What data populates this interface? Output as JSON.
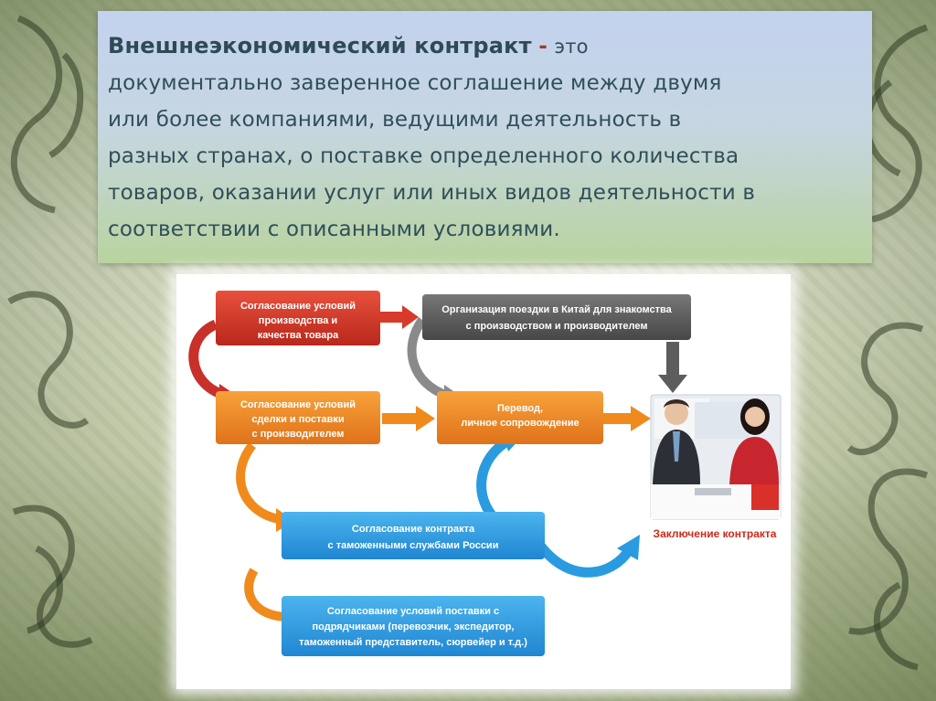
{
  "title": {
    "term": "Внешнеэкономический контракт",
    "dash": "-",
    "lead": "это",
    "lines": [
      "документально заверенное соглашение между двумя",
      "или более компаниями, ведущими деятельность в",
      "разных странах, о поставке определенного количества",
      "товаров, оказании услуг или иных видов деятельности в",
      "соответствии с описанными условиями."
    ]
  },
  "diagram": {
    "box_production": [
      "Согласование условий",
      "производства и",
      "качества товара"
    ],
    "box_trip": [
      "Организация поездки в Китай для знакомства",
      "с производством и производителем"
    ],
    "box_deal": [
      "Согласование условий",
      "сделки и поставки",
      "с производителем"
    ],
    "box_translation": [
      "Перевод,",
      "личное сопровождение"
    ],
    "box_customs": [
      "Согласование контракта",
      "с таможенными службами России"
    ],
    "box_contractors": [
      "Согласование условий поставки с",
      "подрядчиками (перевозчик, экспедитор,",
      "таможенный представитель, сюрвейер и т.д.)"
    ],
    "result_label": "Заключение контракта"
  },
  "colors": {
    "red": "#d83a2a",
    "orange": "#f08a1c",
    "gray": "#5d5d5d",
    "blue": "#2a9be0",
    "result_text": "#d0281a"
  }
}
